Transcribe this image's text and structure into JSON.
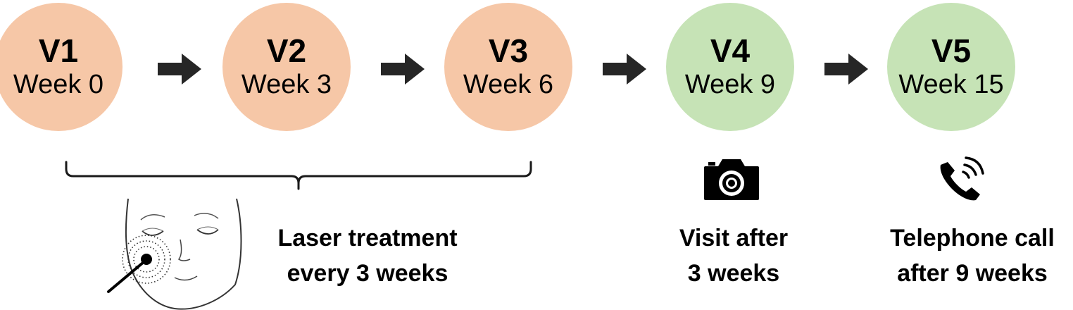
{
  "colors": {
    "treatment_visit": "#f6c7a7",
    "followup_visit": "#c6e3b6",
    "arrow": "#262626",
    "text": "#000000"
  },
  "visits": [
    {
      "code": "V1",
      "week": "Week 0",
      "phase": "treatment"
    },
    {
      "code": "V2",
      "week": "Week 3",
      "phase": "treatment"
    },
    {
      "code": "V3",
      "week": "Week 6",
      "phase": "treatment"
    },
    {
      "code": "V4",
      "week": "Week 9",
      "phase": "followup"
    },
    {
      "code": "V5",
      "week": "Week 15",
      "phase": "followup"
    }
  ],
  "captions": {
    "laser": {
      "line1": "Laser treatment",
      "line2": "every 3 weeks",
      "icon": "face-laser-icon"
    },
    "visit": {
      "line1": "Visit after",
      "line2": "3 weeks",
      "icon": "camera-icon"
    },
    "call": {
      "line1": "Telephone call",
      "line2": "after 9 weeks",
      "icon": "phone-icon"
    }
  }
}
